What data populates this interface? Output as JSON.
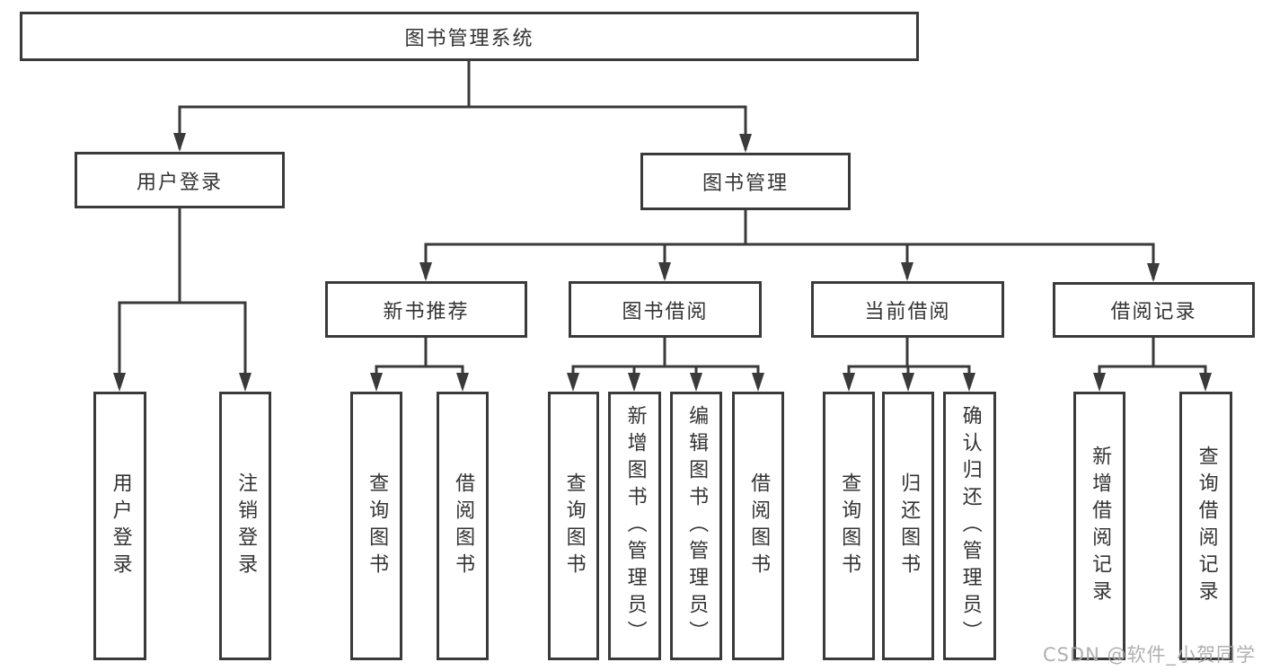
{
  "diagram_title": "图书管理系统",
  "tree": {
    "root": {
      "label": "图书管理系统"
    },
    "branches": [
      {
        "label": "用户登录",
        "children": [
          {
            "label": "用户登录"
          },
          {
            "label": "注销登录"
          }
        ]
      },
      {
        "label": "图书管理",
        "children": [
          {
            "label": "新书推荐",
            "children": [
              {
                "label": "查询图书"
              },
              {
                "label": "借阅图书"
              }
            ]
          },
          {
            "label": "图书借阅",
            "children": [
              {
                "label": "查询图书"
              },
              {
                "label": "新增图书（管理员）"
              },
              {
                "label": "编辑图书（管理员）"
              },
              {
                "label": "借阅图书"
              }
            ]
          },
          {
            "label": "当前借阅",
            "children": [
              {
                "label": "查询图书"
              },
              {
                "label": "归还图书"
              },
              {
                "label": "确认归还（管理员）"
              }
            ]
          },
          {
            "label": "借阅记录",
            "children": [
              {
                "label": "新增借阅记录"
              },
              {
                "label": "查询借阅记录"
              }
            ]
          }
        ]
      }
    ]
  },
  "watermark": {
    "text": "CSDN @软件_小贺同学"
  },
  "colors": {
    "line": "#3a3a3a",
    "box_border": "#3a3a3a",
    "box_background": "#ffffff",
    "text": "#333333",
    "page_background": "#ffffff",
    "watermark": "#acacac"
  }
}
